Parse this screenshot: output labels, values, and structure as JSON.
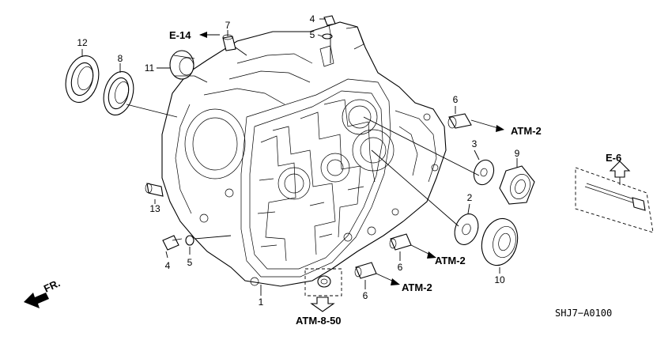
{
  "diagram": {
    "code": "SHJ7−A0100",
    "front_label": "FR.",
    "refs": {
      "e14": "E-14",
      "e6": "E-6",
      "atm2_a": "ATM-2",
      "atm2_b": "ATM-2",
      "atm2_c": "ATM-2",
      "atm850": "ATM-8-50"
    },
    "callouts": {
      "c1": "1",
      "c2": "2",
      "c3": "3",
      "c4a": "4",
      "c4b": "4",
      "c5a": "5",
      "c5b": "5",
      "c6a": "6",
      "c6b": "6",
      "c6c": "6",
      "c7": "7",
      "c8": "8",
      "c9": "9",
      "c10": "10",
      "c11": "11",
      "c12": "12",
      "c13": "13"
    }
  }
}
